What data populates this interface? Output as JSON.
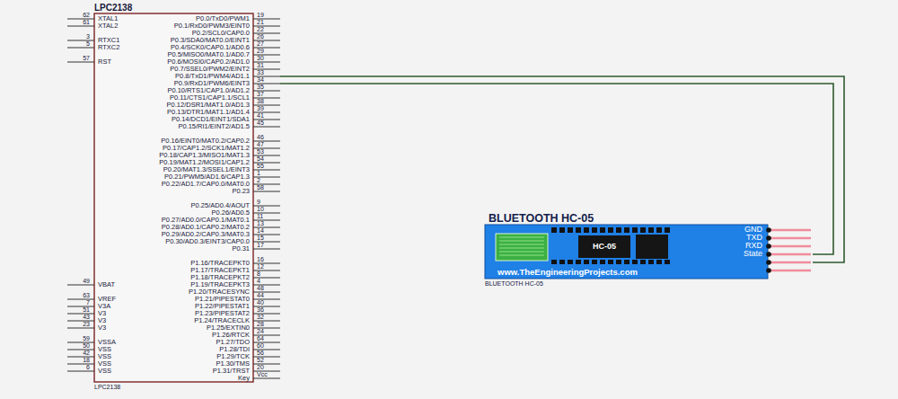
{
  "diagram": {
    "nodes": [
      {
        "text": [
          "LPC2138",
          "LPC2138"
        ]
      },
      {
        "text": [
          "BLUETOOTH HC-05",
          "HC-05",
          "www.TheEngineeringProjects.com",
          "BLUETOOTH HC-05"
        ]
      }
    ],
    "edges": [
      {
        "from": 0,
        "to": 1,
        "arrow": "none"
      },
      {
        "from": 0,
        "to": 1,
        "arrow": "none"
      }
    ],
    "labels": [
      "62",
      "XTAL1",
      "61",
      "XTAL2",
      "3",
      "RTXC1",
      "5",
      "RTXC2",
      "57",
      "RST",
      "49",
      "VBAT",
      "63",
      "VREF",
      "7",
      "V3A",
      "51",
      "V3",
      "43",
      "V3",
      "23",
      "V3",
      "59",
      "VSSA",
      "50",
      "VSS",
      "42",
      "VSS",
      "18",
      "VSS",
      "6",
      "VSS",
      "P0.0/TxD0/PWM1",
      "19",
      "P0.1/RxD0/PWM3/EINT0",
      "21",
      "P0.2/SCL0/CAP0.0",
      "22",
      "P0.3/SDA0/MAT0.0/EINT1",
      "26",
      "P0.4/SCK0/CAP0.1/AD0.6",
      "27",
      "P0.5/MISO0/MAT0.1/AD0.7",
      "29",
      "P0.6/MOSI0/CAP0.2/AD1.0",
      "30",
      "P0.7/SSEL0/PWM2/EINT2",
      "31",
      "P0.8/TxD1/PWM4/AD1.1",
      "33",
      "P0.9/RxD1/PWM6/EINT3",
      "34",
      "P0.10/RTS1/CAP1.0/AD1.2",
      "35",
      "P0.11/CTS1/CAP1.1/SCL1",
      "37",
      "P0.12/DSR1/MAT1.0/AD1.3",
      "38",
      "P0.13/DTR1/MAT1.1/AD1.4",
      "39",
      "P0.14/DCD1/EINT1/SDA1",
      "41",
      "P0.15/RI1/EINT2/AD1.5",
      "45",
      "P0.16/EINT0/MAT0.2/CAP0.2",
      "46",
      "P0.17/CAP1.2/SCK1/MAT1.2",
      "47",
      "P0.18/CAP1.3/MISO1/MAT1.3",
      "53",
      "P0.19/MAT1.2/MOSI1/CAP1.2",
      "54",
      "P0.20/MAT1.3/SSEL1/EINT3",
      "55",
      "P0.21/PWM5/AD1.6/CAP1.3",
      "1",
      "P0.22/AD1.7/CAP0.0/MAT0.0",
      "2",
      "P0.23",
      "58",
      "P0.25/AD0.4/AOUT",
      "9",
      "P0.26/AD0.5",
      "10",
      "P0.27/AD0.0/CAP0.1/MAT0.1",
      "11",
      "P0.28/AD0.1/CAP0.2/MAT0.2",
      "13",
      "P0.29/AD0.2/CAP0.3/MAT0.3",
      "14",
      "P0.30/AD0.3/EINT3/CAP0.0",
      "15",
      "P0.31",
      "17",
      "P1.16/TRACEPKT0",
      "16",
      "P1.17/TRACEPKT1",
      "12",
      "P1.18/TRACEPKT2",
      "8",
      "P1.19/TRACEPKT3",
      "4",
      "P1.20/TRACESYNC",
      "48",
      "P1.21/PIPESTAT0",
      "44",
      "P1.22/PIPESTAT1",
      "40",
      "P1.23/PIPESTAT2",
      "36",
      "P1.24/TRACECLK",
      "32",
      "P1.25/EXTIN0",
      "28",
      "P1.26/RTCK",
      "24",
      "P1.27/TDO",
      "64",
      "P1.28/TDI",
      "60",
      "P1.29/TCK",
      "56",
      "P1.30/TMS",
      "52",
      "P1.31/TRST",
      "20",
      "Key",
      "Vcc",
      "GND",
      "TXD",
      "RXD",
      "State"
    ]
  }
}
